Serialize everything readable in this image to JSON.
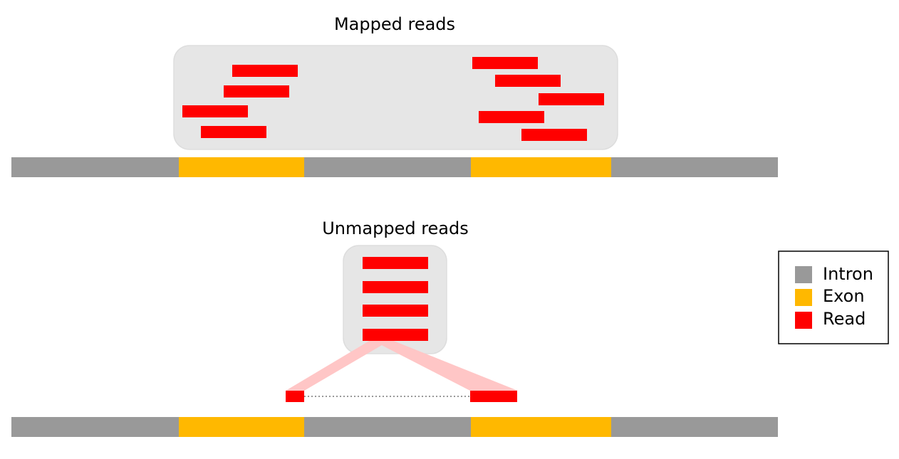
{
  "titles": {
    "mapped": "Mapped reads",
    "unmapped": "Unmapped reads"
  },
  "colors": {
    "intron": "#999999",
    "exon": "#FFB800",
    "read": "#FF0000",
    "read_shadow": "#FFC6C6",
    "box": "#E6E6E6",
    "box_border": "#DDDDDD",
    "legend_border": "#000000"
  },
  "legend": {
    "items": [
      {
        "label": "Intron",
        "color_key": "intron"
      },
      {
        "label": "Exon",
        "color_key": "exon"
      },
      {
        "label": "Read",
        "color_key": "read"
      }
    ]
  }
}
